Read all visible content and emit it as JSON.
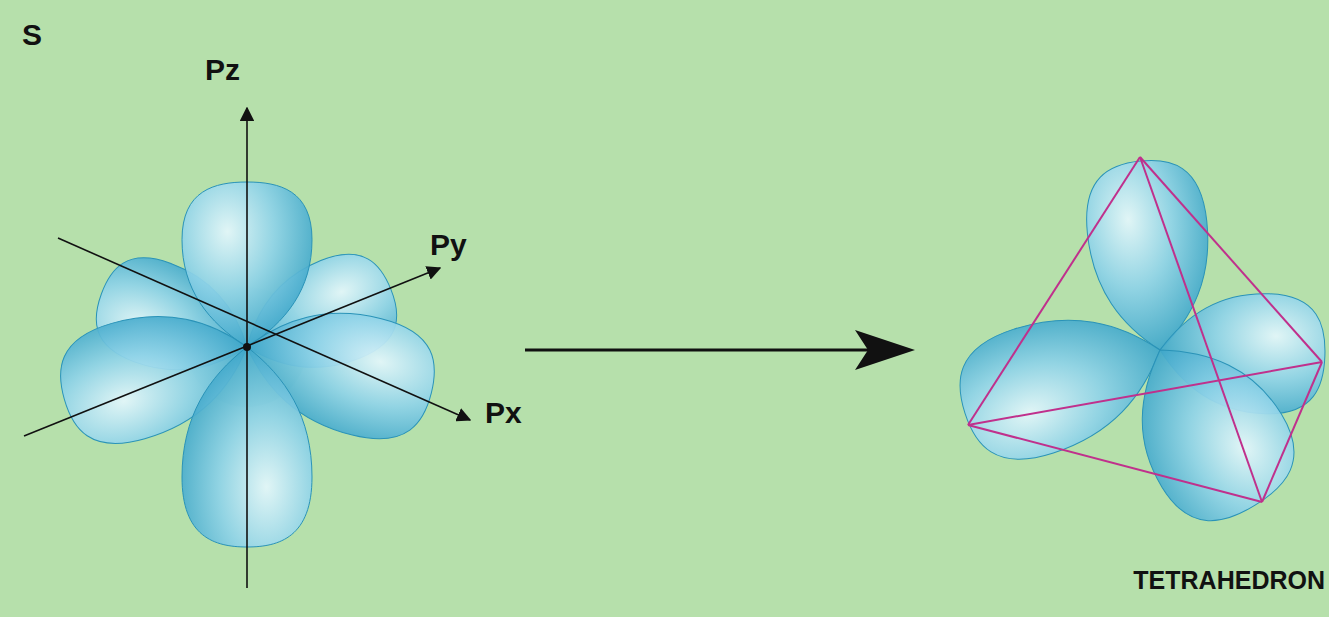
{
  "diagram": {
    "labels": [
      "S",
      "Pz",
      "Py",
      "Px",
      "TETRAHEDRON"
    ]
  }
}
